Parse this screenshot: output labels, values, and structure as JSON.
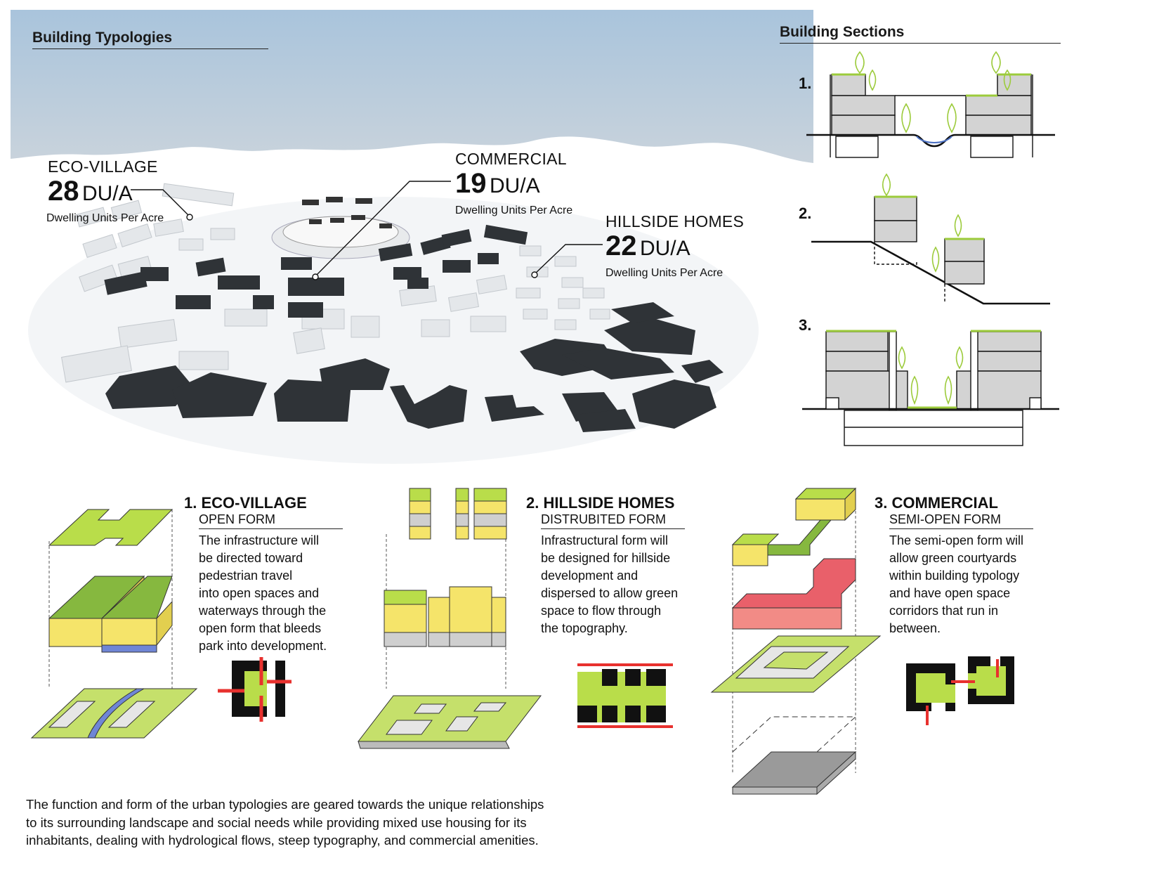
{
  "typologies_map": {
    "heading": "Building Typologies",
    "callouts": [
      {
        "name": "ECO-VILLAGE",
        "value": "28",
        "unit": "DU/A",
        "caption": "Dwelling Units Per Acre"
      },
      {
        "name": "COMMERCIAL",
        "value": "19",
        "unit": "DU/A",
        "caption": "Dwelling Units Per Acre"
      },
      {
        "name": "HILLSIDE HOMES",
        "value": "22",
        "unit": "DU/A",
        "caption": "Dwelling Units Per Acre"
      }
    ]
  },
  "sections": {
    "heading": "Building Sections",
    "labels": [
      "1.",
      "2.",
      "3."
    ]
  },
  "typologies": [
    {
      "title": "1. ECO-VILLAGE",
      "subtitle": "OPEN FORM",
      "body": "The infrastructure will\nbe directed toward\npedestrian travel\ninto open spaces and\nwaterways through the\nopen form that bleeds\npark into development."
    },
    {
      "title": "2. HILLSIDE HOMES",
      "subtitle": "DISTRUBITED FORM",
      "body": "Infrastructural form will\nbe designed for hillside\ndevelopment and\ndispersed to allow green\nspace to flow through\nthe topography."
    },
    {
      "title": "3. COMMERCIAL",
      "subtitle": "SEMI-OPEN FORM",
      "body": "The semi-open form will\nallow green courtyards\nwithin building typology\nand have open space\ncorridors that run in\nbetween."
    }
  ],
  "footer": "The function and form of the urban typologies are geared towards the unique relationships\nto its surrounding landscape and social needs while providing mixed use housing for its\ninhabitants, dealing with hydrological flows, steep typography, and commercial amenities.",
  "colors": {
    "green": "#9ccb3b",
    "yellow": "#f5e46a",
    "dark": "#2f3337",
    "red": "#e8312e",
    "pink": "#f28b86",
    "sky": "#b9cfe0"
  }
}
